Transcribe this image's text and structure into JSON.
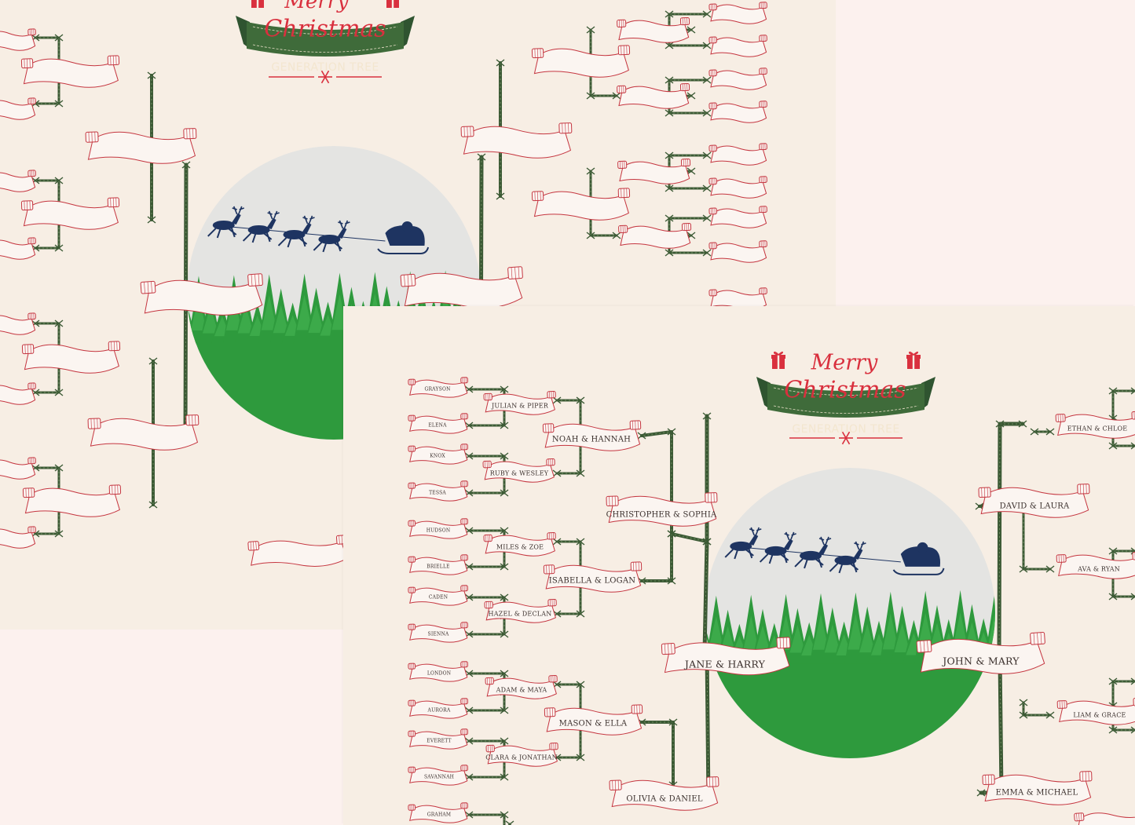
{
  "heading": {
    "line1": "Merry",
    "line2": "Christmas",
    "subtitle": "GENERATION TREE"
  },
  "colors": {
    "background": "#f7eee4",
    "scroll_edge": "#c53640",
    "garland": "#3c5a35",
    "banner": "#3f6b3a",
    "title": "#d9303e",
    "forest": "#2e9a3d",
    "sky": "#e4e4e2",
    "sleigh": "#1e3461"
  },
  "tree": {
    "root_left": "JANE & HARRY",
    "root_right": "JOHN & MARY",
    "left_children": [
      "CHRISTOPHER & SOPHIA",
      "OLIVIA & DANIEL"
    ],
    "left_grandchildren": [
      "NOAH & HANNAH",
      "ISABELLA & LOGAN",
      "MASON & ELLA"
    ],
    "left_greatgrandchildren": [
      "JULIAN & PIPER",
      "RUBY & WESLEY",
      "MILES & ZOE",
      "HAZEL & DECLAN",
      "ADAM & MAYA",
      "CLARA & JONATHAN"
    ],
    "left_great2grandchildren": [
      "GRAYSON",
      "ELENA",
      "KNOX",
      "TESSA",
      "HUDSON",
      "BRIELLE",
      "CADEN",
      "SIENNA",
      "LONDON",
      "AURORA",
      "EVERETT",
      "SAVANNAH",
      "GRAHAM"
    ],
    "right_children": [
      "DAVID & LAURA",
      "EMMA & MICHAEL"
    ],
    "right_grandchildren": [
      "ETHAN & CHLOE",
      "AVA & RYAN",
      "LIAM & GRACE"
    ]
  },
  "icons": [
    "gift-icon",
    "snowflake-icon",
    "reindeer-sleigh-icon",
    "pine-forest-icon"
  ]
}
